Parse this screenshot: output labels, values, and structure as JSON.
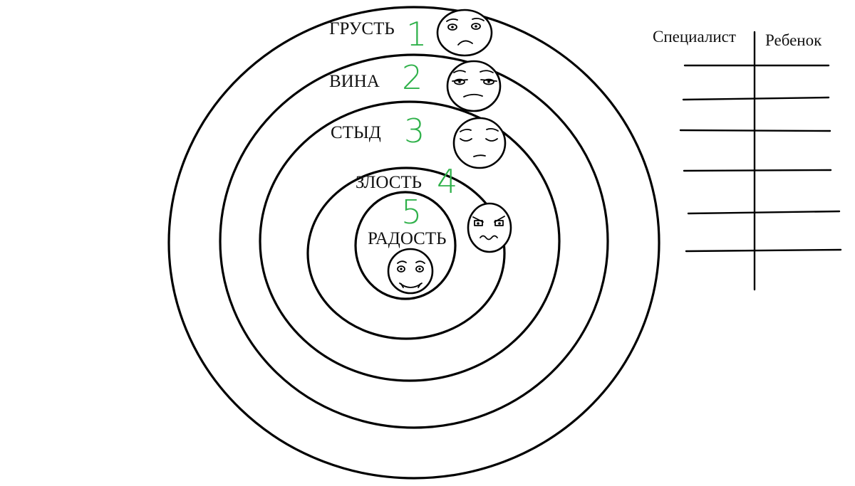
{
  "rings": [
    {
      "label": "ГРУСТЬ",
      "number": "1",
      "face": "sad"
    },
    {
      "label": "ВИНА",
      "number": "2",
      "face": "guilty"
    },
    {
      "label": "СТЫД",
      "number": "3",
      "face": "ashamed"
    },
    {
      "label": "ЗЛОСТЬ",
      "number": "4",
      "face": "angry"
    },
    {
      "label": "РАДОСТЬ",
      "number": "5",
      "face": "happy"
    }
  ],
  "table": {
    "col_left": "Специалист",
    "col_right": "Ребенок",
    "rows": 6
  },
  "colors": {
    "numbers": "#2fb14a",
    "lines": "#000000",
    "background": "#ffffff"
  }
}
